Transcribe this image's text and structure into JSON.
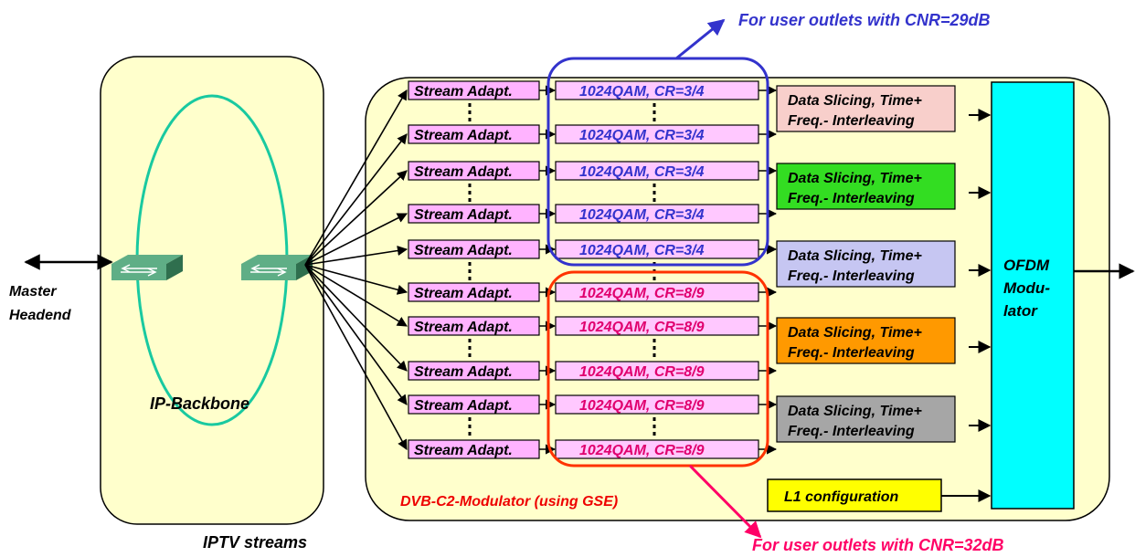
{
  "labels": {
    "master_headend": [
      "Master",
      "Headend"
    ],
    "ip_backbone": "IP-Backbone",
    "iptv_streams": "IPTV streams",
    "modulator_name": "DVB-C2-Modulator (using GSE)",
    "callout_top": "For user outlets with CNR=29dB",
    "callout_bottom": "For user outlets with CNR=32dB",
    "l1_configuration": "L1 configuration",
    "ofdm": [
      "OFDM",
      "Modu-",
      "lator"
    ]
  },
  "stream_adapt_label": "Stream Adapt.",
  "qam_rows": [
    "1024QAM, CR=3/4",
    "1024QAM, CR=3/4",
    "1024QAM, CR=3/4",
    "1024QAM, CR=3/4",
    "1024QAM, CR=3/4",
    "1024QAM, CR=8/9",
    "1024QAM, CR=8/9",
    "1024QAM, CR=8/9",
    "1024QAM, CR=8/9",
    "1024QAM, CR=8/9"
  ],
  "slicing_blocks": [
    {
      "line1": "Data Slicing, Time+",
      "line2": "Freq.- Interleaving",
      "color": "#F8CFCB"
    },
    {
      "line1": "Data Slicing, Time+",
      "line2": "Freq.- Interleaving",
      "color": "#33DD22"
    },
    {
      "line1": "Data Slicing, Time+",
      "line2": "Freq.- Interleaving",
      "color": "#C6C6F2"
    },
    {
      "line1": "Data Slicing, Time+",
      "line2": "Freq.- Interleaving",
      "color": "#FF9900"
    },
    {
      "line1": "Data Slicing, Time+",
      "line2": "Freq.- Interleaving",
      "color": "#A6A6A6"
    }
  ],
  "colors": {
    "panel_fill": "#FFFFCC",
    "stream_adapt_fill": "#FFB3FF",
    "qam_fill": "#FFC8FF",
    "ofdm_fill": "#00FFFF",
    "l1_fill": "#FFFF00",
    "ring": "#19C9A0",
    "top_group": "#3333CC",
    "bottom_group": "#FF3300",
    "qam_text_top": "#3333CC",
    "qam_text_bottom": "#E0006E",
    "callout_top": "#3333CC",
    "callout_bottom": "#FF0066",
    "modulator_label": "#EE0000",
    "switch_top": "#5FAE86",
    "switch_side": "#2F6F4E"
  },
  "icons": {
    "switch": "network-switch-icon",
    "ellipsis": "vertical-ellipsis-icon"
  }
}
